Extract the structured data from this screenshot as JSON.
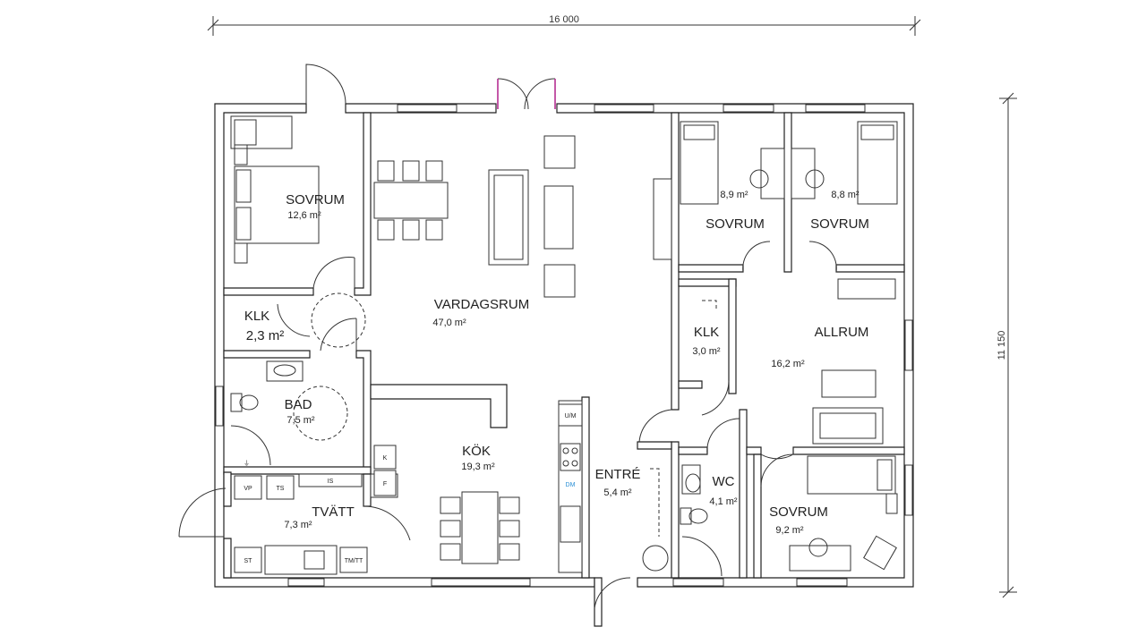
{
  "dimensions": {
    "width_label": "16 000",
    "height_label": "11 150"
  },
  "rooms": [
    {
      "id": "sovrum-nw",
      "name": "SOVRUM",
      "area": "12,6 m²"
    },
    {
      "id": "vardagsrum",
      "name": "VARDAGSRUM",
      "area": "47,0 m²"
    },
    {
      "id": "sovrum-n1",
      "name": "SOVRUM",
      "area": "8,9 m²"
    },
    {
      "id": "sovrum-n2",
      "name": "SOVRUM",
      "area": "8,8 m²"
    },
    {
      "id": "klk-west",
      "name": "KLK",
      "area": "2,3 m²"
    },
    {
      "id": "klk-east",
      "name": "KLK",
      "area": "3,0 m²"
    },
    {
      "id": "allrum",
      "name": "ALLRUM",
      "area": "16,2 m²"
    },
    {
      "id": "bad",
      "name": "BAD",
      "area": "7,5 m²"
    },
    {
      "id": "kok",
      "name": "KÖK",
      "area": "19,3 m²"
    },
    {
      "id": "entre",
      "name": "ENTRÉ",
      "area": "5,4 m²"
    },
    {
      "id": "wc",
      "name": "WC",
      "area": "4,1 m²"
    },
    {
      "id": "tvatt",
      "name": "TVÄTT",
      "area": "7,3 m²"
    },
    {
      "id": "sovrum-se",
      "name": "SOVRUM",
      "area": "9,2 m²"
    }
  ],
  "appliance_labels": {
    "um": "U/M",
    "dm": "DM",
    "k": "K",
    "f": "F",
    "vp": "VP",
    "ts": "TS",
    "is": "IS",
    "st": "ST",
    "tmtt": "TM/TT"
  },
  "colors": {
    "line": "#222222",
    "dm_accent": "#2a8fd6",
    "door_accent": "#b0208a"
  }
}
